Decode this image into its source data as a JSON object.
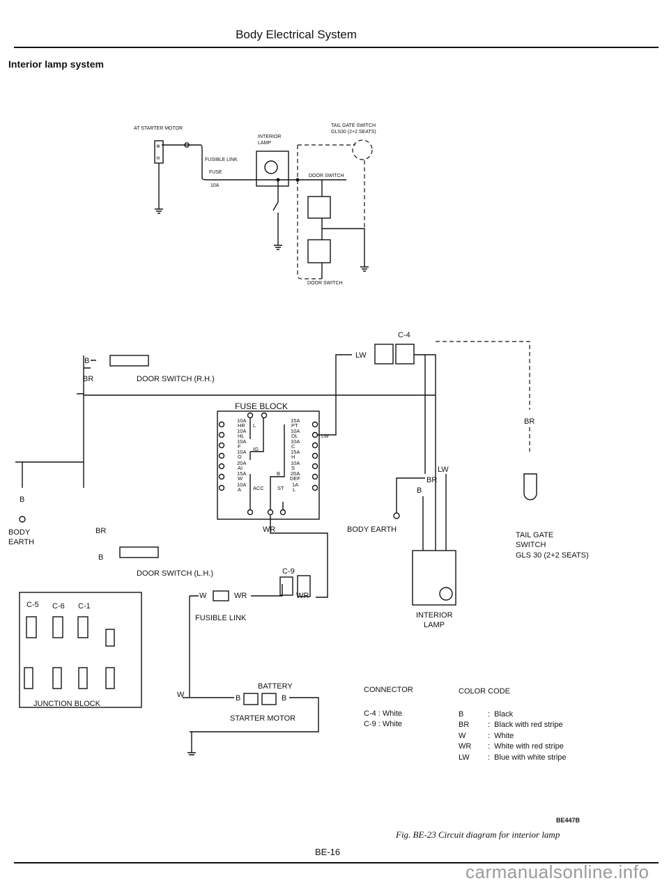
{
  "header": {
    "title": "Body Electrical System",
    "section": "Interior lamp system"
  },
  "top_diagram": {
    "at_starter_motor": "AT STARTER MOTOR",
    "fusible_link": "FUSIBLE LINK",
    "fuse": "FUSE",
    "fuse_rating": "10A",
    "interior_lamp_1": "INTERIOR",
    "interior_lamp_2": "LAMP",
    "tail_gate_switch_1": "TAIL GATE SWITCH",
    "tail_gate_switch_2": "GLS30 (2+2 SEATS)",
    "door_switch_a": "DOOR SWITCH",
    "door_switch_b": "DOOR SWITCH"
  },
  "main_diagram": {
    "b1": "B",
    "br_top": "BR",
    "door_switch_rh": "DOOR SWITCH (R.H.)",
    "b_left": "B",
    "body_earth_left_1": "BODY",
    "body_earth_left_2": "EARTH",
    "br_left2": "BR",
    "b2": "B",
    "door_switch_lh": "DOOR SWITCH (L.H.)",
    "fuse_block_title": "FUSE BLOCK",
    "fuses_left": [
      {
        "rating": "10A",
        "code": "HR"
      },
      {
        "rating": "10A",
        "code": "HL"
      },
      {
        "rating": "10A",
        "code": "F"
      },
      {
        "rating": "10A",
        "code": "G"
      },
      {
        "rating": "20A",
        "code": "AI"
      },
      {
        "rating": "15A",
        "code": "W"
      },
      {
        "rating": "10A",
        "code": "A"
      }
    ],
    "fuses_right": [
      {
        "rating": "15A",
        "code": "PT"
      },
      {
        "rating": "10A",
        "code": "DL"
      },
      {
        "rating": "10A",
        "code": "C"
      },
      {
        "rating": "15A",
        "code": "H"
      },
      {
        "rating": "10A",
        "code": "S"
      },
      {
        "rating": "20A",
        "code": "DEF"
      },
      {
        "rating": "1A",
        "code": "L"
      }
    ],
    "bus_l": "L",
    "bus_ig": "IG",
    "bus_acc": "ACC",
    "bus_b": "B",
    "bus_st": "ST",
    "lw_fuse": "LW",
    "wr_fuse": "WR",
    "c4": "C-4",
    "lw_c4": "LW",
    "c9": "C-9",
    "w_fl": "W",
    "wr_fl": "WR",
    "wr_c9": "WR",
    "fusible_link": "FUSIBLE LINK",
    "body_earth_mid": "BODY EARTH",
    "lw_right": "LW",
    "br_right": "BR",
    "b_right": "B",
    "interior_lamp_1": "INTERIOR",
    "interior_lamp_2": "LAMP",
    "br_tail": "BR",
    "tail_gate_1": "TAIL GATE",
    "tail_gate_2": "SWITCH",
    "tail_gate_3": "GLS 30 (2+2 SEATS)",
    "w_batt": "W",
    "battery": "BATTERY",
    "b_batt1": "B",
    "b_batt2": "B",
    "starter_motor": "STARTER MOTOR",
    "junction_c5": "C-5",
    "junction_c6": "C-6",
    "junction_c1": "C-1",
    "junction_block": "JUNCTION BLOCK"
  },
  "connector_legend": {
    "title": "CONNECTOR",
    "items": [
      {
        "id": "C-4",
        "color": "White"
      },
      {
        "id": "C-9",
        "color": "White"
      }
    ]
  },
  "color_code": {
    "title": "COLOR CODE",
    "items": [
      {
        "code": "B",
        "meaning": "Black"
      },
      {
        "code": "BR",
        "meaning": "Black with red stripe"
      },
      {
        "code": "W",
        "meaning": "White"
      },
      {
        "code": "WR",
        "meaning": "White with red stripe"
      },
      {
        "code": "LW",
        "meaning": "Blue with white stripe"
      }
    ]
  },
  "figure": {
    "code": "BE447B",
    "caption": "Fig. BE-23  Circuit diagram for interior lamp"
  },
  "page_number": "BE-16",
  "watermark": "carmanualsonline.info"
}
